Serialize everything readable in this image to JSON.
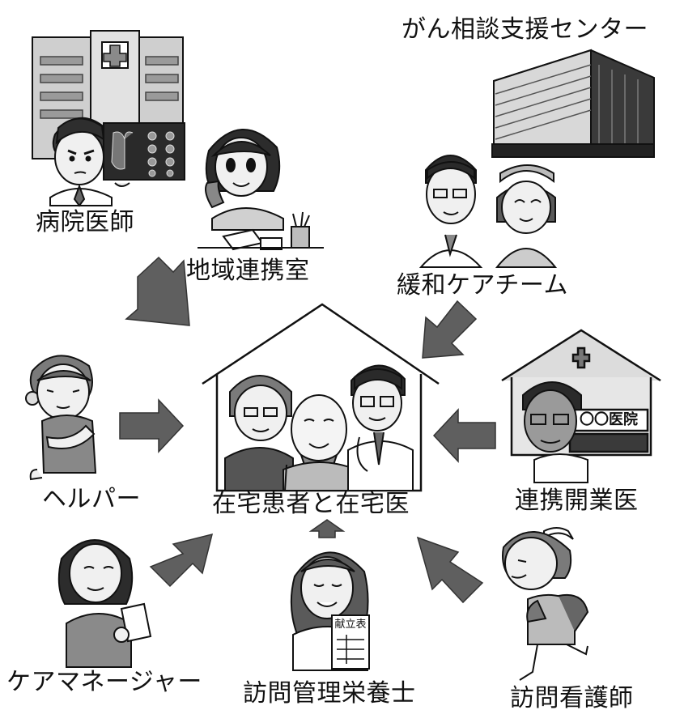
{
  "labels": {
    "hospital_doctor": "病院医師",
    "regional_liaison": "地域連携室",
    "cancer_center": "がん相談支援センター",
    "palliative_team": "緩和ケアチーム",
    "helper": "ヘルパー",
    "home_patient": "在宅患者と在宅医",
    "clinic_doctor": "連携開業医",
    "care_manager": "ケアマネージャー",
    "dietitian": "訪問管理栄養士",
    "visiting_nurse": "訪問看護師"
  },
  "clinic_sign": "〇〇医院",
  "menu_sign": "献立表",
  "colors": {
    "arrow": "#5f5f5f",
    "line": "#111111",
    "skin": "#eeeeee",
    "building": "#cfcfcf"
  }
}
